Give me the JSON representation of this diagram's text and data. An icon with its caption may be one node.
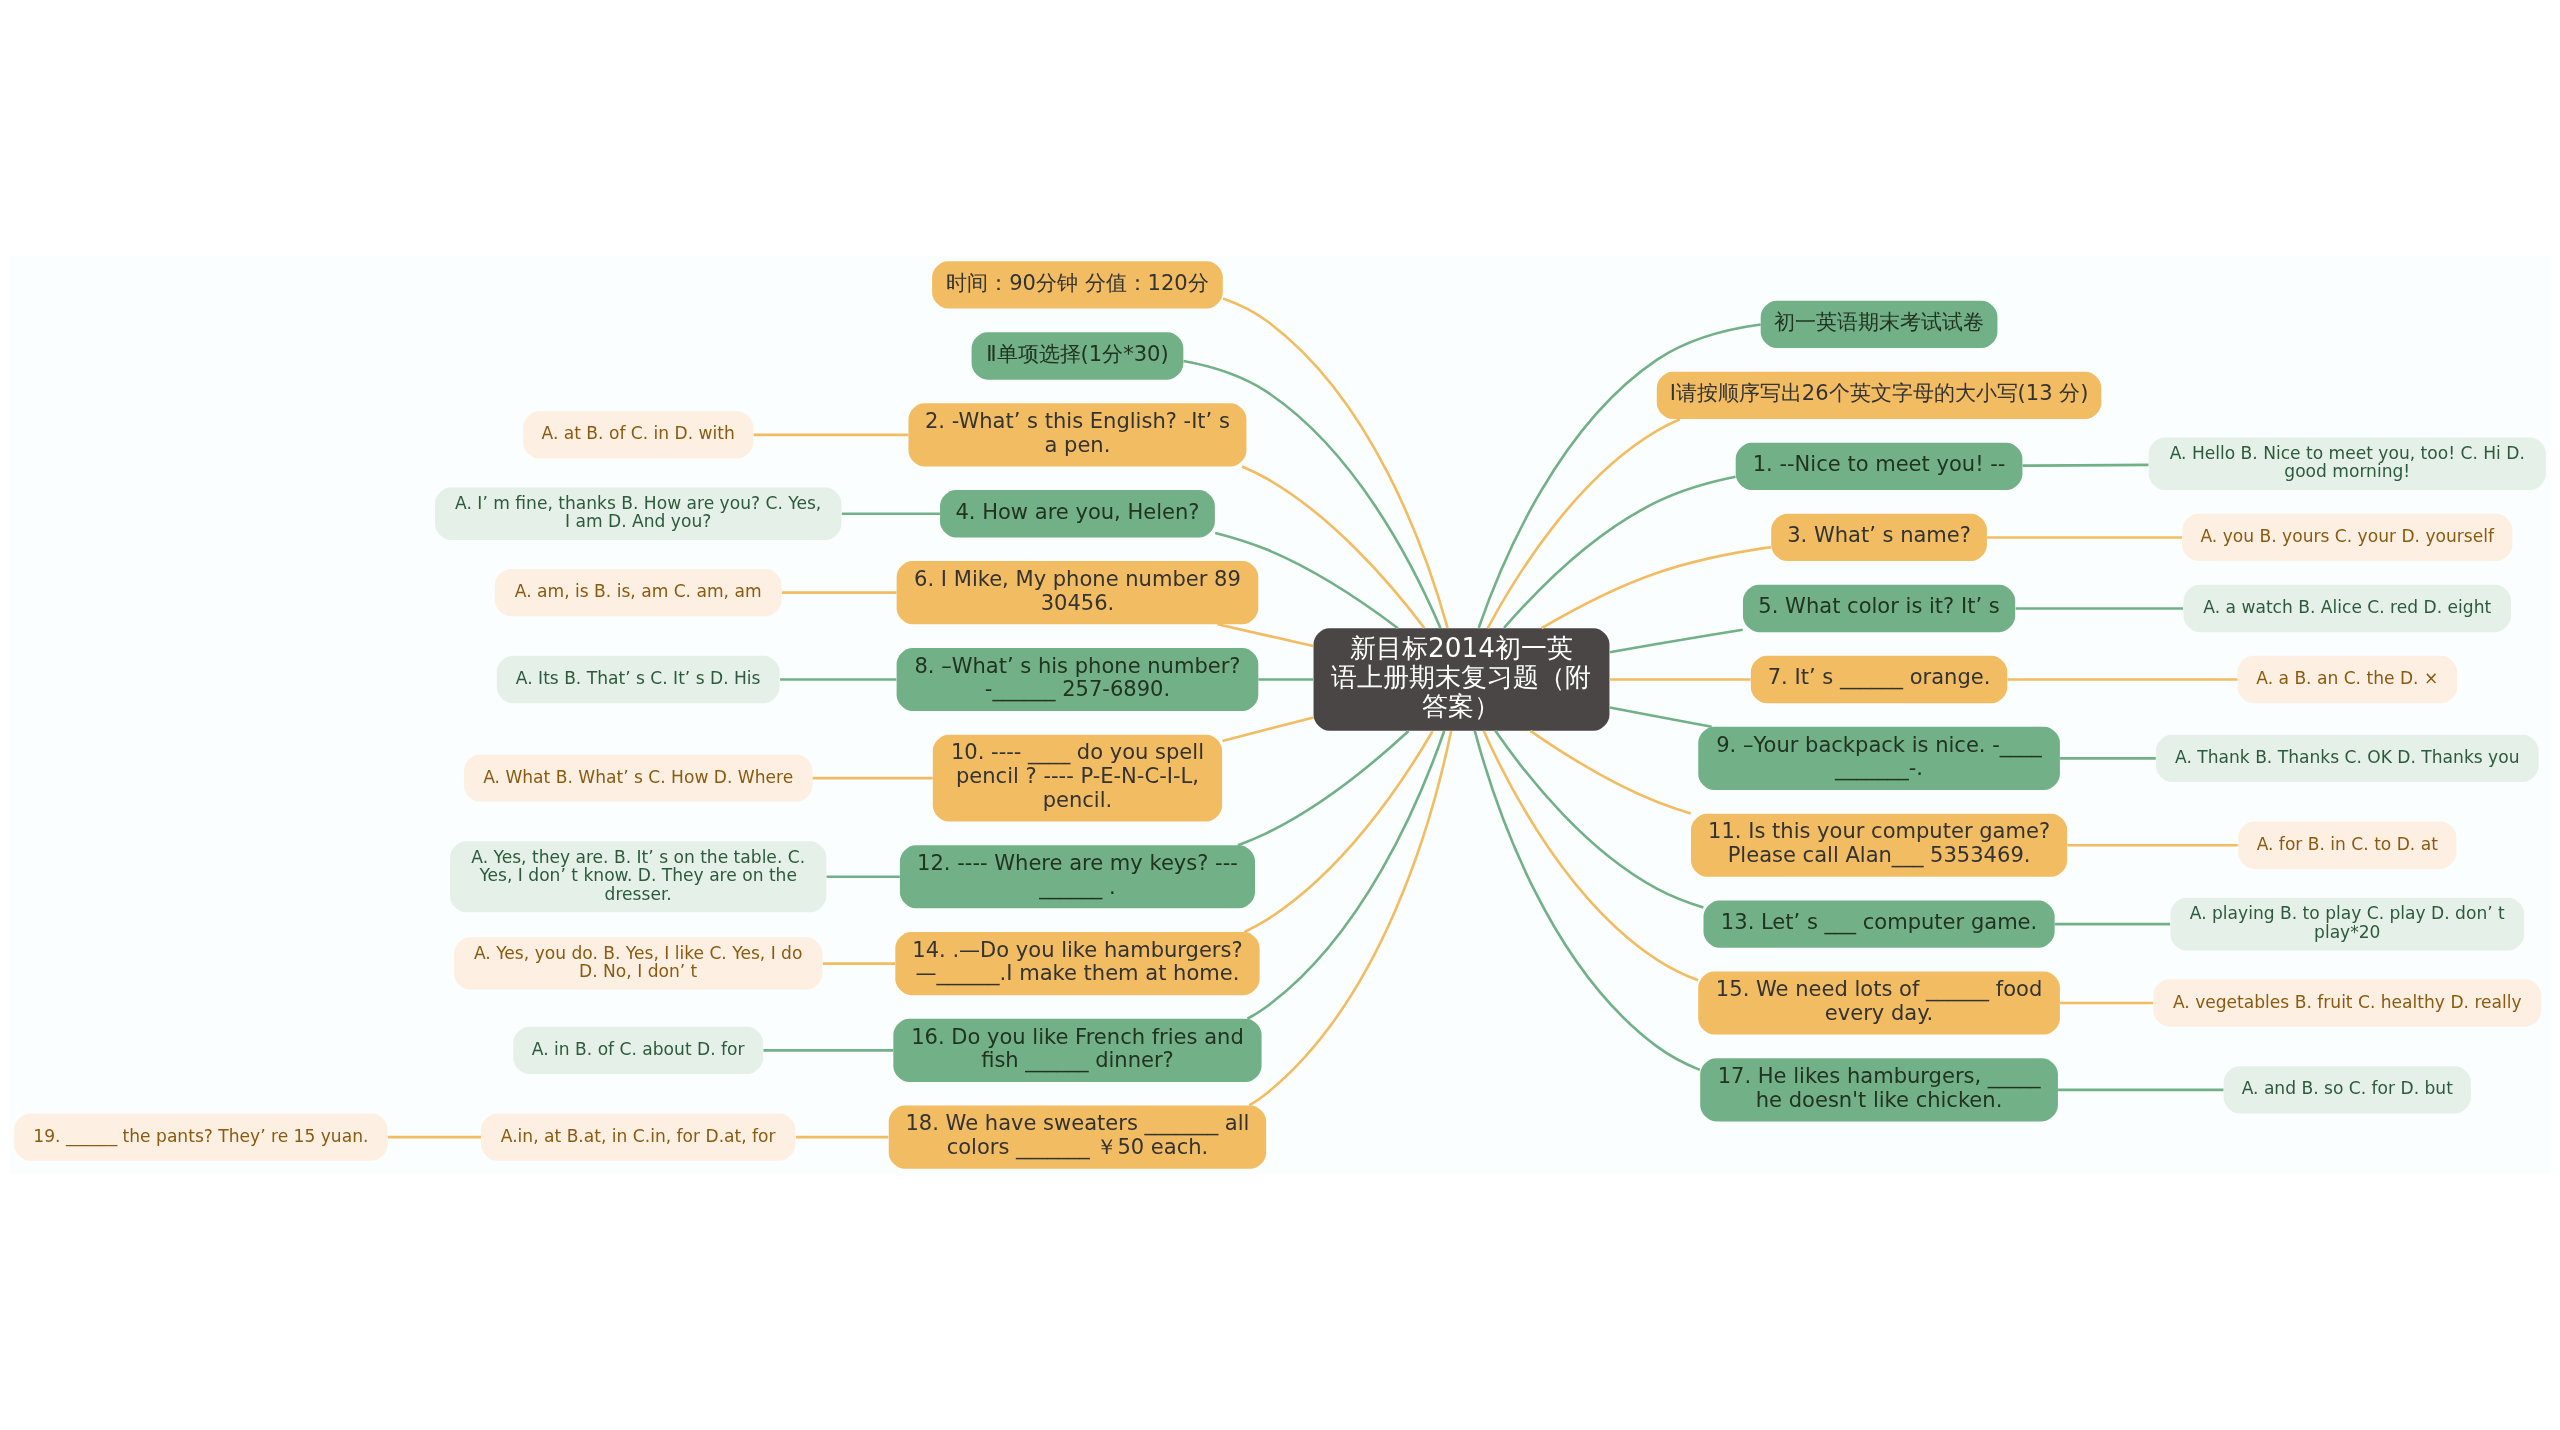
{
  "diagram": {
    "nodes": [
      {
        "text": [
          "新目标2014初一英语上册期末复习题（附答案）"
        ]
      },
      {
        "text": [
          "时间：90分钟 分值：120分"
        ]
      },
      {
        "text": [
          "Ⅱ单项选择(1分*30)"
        ]
      },
      {
        "text": [
          "2. -What’ s this English? -It’ s a pen."
        ]
      },
      {
        "text": [
          "A. at B. of C. in D. with"
        ]
      },
      {
        "text": [
          "4. How are you, Helen?"
        ]
      },
      {
        "text": [
          "A. I’ m fine, thanks B. How are you? C. Yes, I am D. And you?"
        ]
      },
      {
        "text": [
          "6. I Mike, My phone number 89 30456."
        ]
      },
      {
        "text": [
          "A. am, is B. is, am C. am, am"
        ]
      },
      {
        "text": [
          "8. –What’ s his phone number? -______ 257-6890."
        ]
      },
      {
        "text": [
          "A. Its B. That’ s C. It’ s D. His"
        ]
      },
      {
        "text": [
          "10. ---- ____ do you spell pencil ? ---- P-E-N-C-I-L, pencil."
        ]
      },
      {
        "text": [
          "A. What B. What’ s C. How D. Where"
        ]
      },
      {
        "text": [
          "12. ---- Where are my keys? --- ______ ."
        ]
      },
      {
        "text": [
          "A. Yes, they are. B. It’ s on the table. C. Yes, I don’ t know. D. They are on the dresser."
        ]
      },
      {
        "text": [
          "14. .—Do you like hamburgers? —______.I make them at home."
        ]
      },
      {
        "text": [
          "A. Yes, you do. B. Yes, I like C. Yes, I do D. No, I don’ t"
        ]
      },
      {
        "text": [
          "16. Do you like French fries and fish ______ dinner?"
        ]
      },
      {
        "text": [
          "A. in B. of C. about D. for"
        ]
      },
      {
        "text": [
          "18. We have sweaters _______ all colors _______ ￥50 each."
        ]
      },
      {
        "text": [
          "A.in, at B.at, in C.in, for D.at, for"
        ]
      },
      {
        "text": [
          "19. ______ the pants? They’ re 15 yuan."
        ]
      },
      {
        "text": [
          "初一英语期末考试试卷"
        ]
      },
      {
        "text": [
          "Ⅰ请按顺序写出26个英文字母的大小写(13 分)"
        ]
      },
      {
        "text": [
          "1. --Nice to meet you! --"
        ]
      },
      {
        "text": [
          "A. Hello B. Nice to meet you, too! C. Hi D. good morning!"
        ]
      },
      {
        "text": [
          "3. What’ s name?"
        ]
      },
      {
        "text": [
          "A. you B. yours C. your D. yourself"
        ]
      },
      {
        "text": [
          "5. What color is it? It’ s"
        ]
      },
      {
        "text": [
          "A. a watch B. Alice C. red D. eight"
        ]
      },
      {
        "text": [
          "7. It’ s ______ orange."
        ]
      },
      {
        "text": [
          "A. a B. an C. the D. ×"
        ]
      },
      {
        "text": [
          "9. –Your backpack is nice. -____ _______-."
        ]
      },
      {
        "text": [
          "A. Thank B. Thanks C. OK D. Thanks you"
        ]
      },
      {
        "text": [
          "11. Is this your computer game? Please call Alan___ 5353469."
        ]
      },
      {
        "text": [
          "A. for B. in C. to D. at"
        ]
      },
      {
        "text": [
          "13. Let’ s ___ computer game."
        ]
      },
      {
        "text": [
          "A. playing B. to play C. play D. don’ t play*20"
        ]
      },
      {
        "text": [
          "15. We need lots of ______ food every day."
        ]
      },
      {
        "text": [
          "A. vegetables B. fruit C. healthy D. really"
        ]
      },
      {
        "text": [
          "17. He likes hamburgers, _____ he doesn't like chicken."
        ]
      },
      {
        "text": [
          "A. and B. so C. for D. but"
        ]
      }
    ],
    "edges": [
      {
        "from": 1,
        "to": 0,
        "arrow": "none"
      },
      {
        "from": 2,
        "to": 0,
        "arrow": "none",
        "color": "#72b187"
      },
      {
        "from": 4,
        "to": 3,
        "arrow": "none"
      },
      {
        "from": 3,
        "to": 0,
        "arrow": "none"
      },
      {
        "from": 6,
        "to": 5,
        "arrow": "none",
        "color": "#72b187"
      },
      {
        "from": 5,
        "to": 0,
        "arrow": "none",
        "color": "#72b187"
      },
      {
        "from": 8,
        "to": 7,
        "arrow": "none"
      },
      {
        "from": 7,
        "to": 0,
        "arrow": "none"
      },
      {
        "from": 10,
        "to": 9,
        "arrow": "none",
        "color": "#72b187"
      },
      {
        "from": 9,
        "to": 0,
        "arrow": "none",
        "color": "#72b187"
      },
      {
        "from": 12,
        "to": 11,
        "arrow": "none"
      },
      {
        "from": 11,
        "to": 0,
        "arrow": "none"
      },
      {
        "from": 14,
        "to": 13,
        "arrow": "none",
        "color": "#72b187"
      },
      {
        "from": 13,
        "to": 0,
        "arrow": "none",
        "color": "#72b187"
      },
      {
        "from": 16,
        "to": 15,
        "arrow": "none"
      },
      {
        "from": 15,
        "to": 0,
        "arrow": "none"
      },
      {
        "from": 18,
        "to": 17,
        "arrow": "none",
        "color": "#72b187"
      },
      {
        "from": 17,
        "to": 0,
        "arrow": "none",
        "color": "#72b187"
      },
      {
        "from": 21,
        "to": 20,
        "arrow": "none"
      },
      {
        "from": 20,
        "to": 19,
        "arrow": "none"
      },
      {
        "from": 19,
        "to": 0,
        "arrow": "none"
      },
      {
        "from": 0,
        "to": 22,
        "arrow": "none",
        "color": "#72b187"
      },
      {
        "from": 0,
        "to": 23,
        "arrow": "none"
      },
      {
        "from": 0,
        "to": 24,
        "arrow": "none",
        "color": "#72b187"
      },
      {
        "from": 24,
        "to": 25,
        "arrow": "none",
        "color": "#72b187"
      },
      {
        "from": 0,
        "to": 26,
        "arrow": "none"
      },
      {
        "from": 26,
        "to": 27,
        "arrow": "none"
      },
      {
        "from": 0,
        "to": 28,
        "arrow": "none",
        "color": "#72b187"
      },
      {
        "from": 28,
        "to": 29,
        "arrow": "none",
        "color": "#72b187"
      },
      {
        "from": 0,
        "to": 30,
        "arrow": "none"
      },
      {
        "from": 30,
        "to": 31,
        "arrow": "none"
      },
      {
        "from": 0,
        "to": 32,
        "arrow": "none",
        "color": "#72b187"
      },
      {
        "from": 32,
        "to": 33,
        "arrow": "none",
        "color": "#72b187"
      },
      {
        "from": 0,
        "to": 34,
        "arrow": "none"
      },
      {
        "from": 34,
        "to": 35,
        "arrow": "none"
      },
      {
        "from": 0,
        "to": 36,
        "arrow": "none",
        "color": "#72b187"
      },
      {
        "from": 36,
        "to": 37,
        "arrow": "none",
        "color": "#72b187"
      },
      {
        "from": 0,
        "to": 38,
        "arrow": "none"
      },
      {
        "from": 38,
        "to": 39,
        "arrow": "none"
      },
      {
        "from": 0,
        "to": 40,
        "arrow": "none",
        "color": "#72b187"
      },
      {
        "from": 40,
        "to": 41,
        "arrow": "none",
        "color": "#72b187"
      }
    ]
  }
}
